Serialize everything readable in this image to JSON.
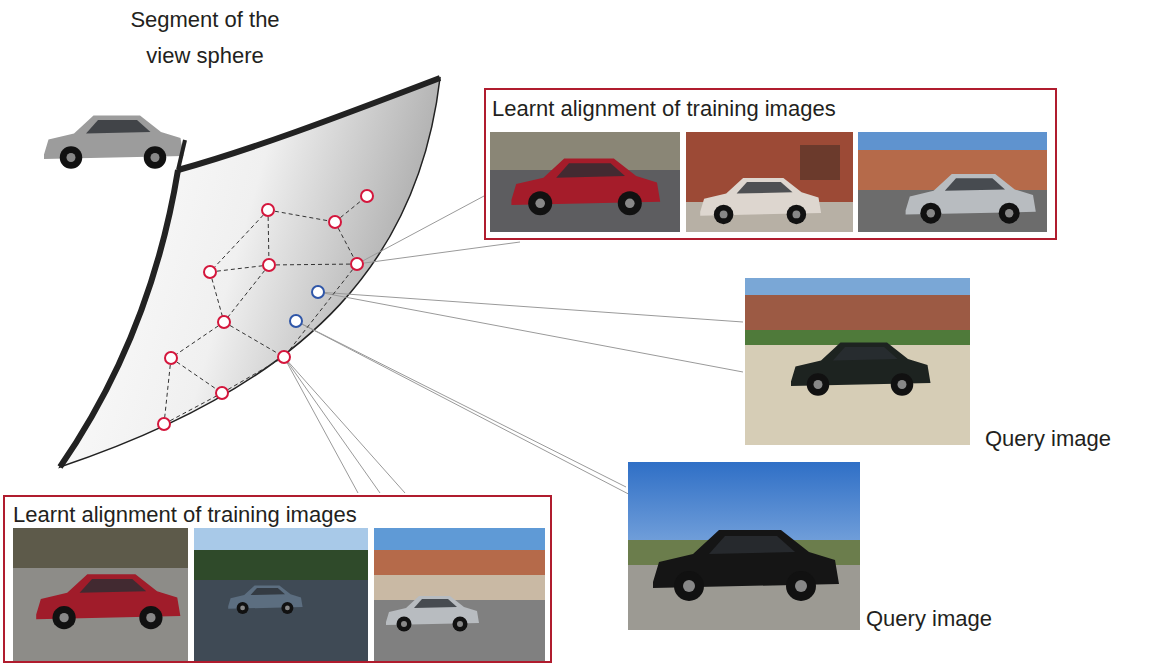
{
  "diagram": {
    "nodes": [
      {
        "text": [
          "Learnt alignment of training images"
        ]
      },
      {
        "text": [
          "Query image"
        ]
      },
      {
        "text": [
          "Query image"
        ]
      },
      {
        "text": [
          "Learnt alignment of training images"
        ]
      }
    ],
    "labels": [
      "Segment of the view sphere"
    ]
  }
}
